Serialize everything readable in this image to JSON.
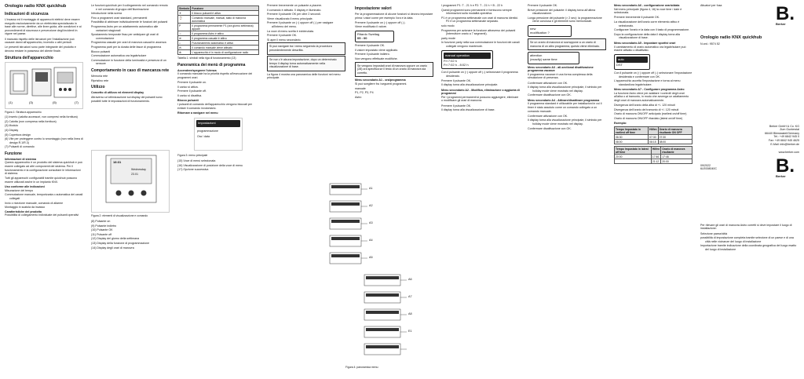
{
  "col1": {
    "title": "Orologio radio KNX quickhub",
    "safety_heading": "Indicazioni di sicurezza",
    "safety_text": "L'incasso ed il montaggio di apparecchi elettrici deve essere eseguito esclusivamente da un elettricista specializzato in base alle norme, direttive, alle linee guida, alle condizioni e ai provvedimenti di sicurezza e prevenzione degli incidenti in vigore nel paese.",
    "safety_text2": "Il mancato rispetto delle istruzioni per l'installazione può causare danni all'apparecchio, incendio o altri pericoli.",
    "safety_text3": "Le presenti istruzioni sono parte integrante del prodotto e devono restare in possesso del cliente finale.",
    "structure_heading": "Struttura dell'apparecchio",
    "fig1_caption": "Figura 1: Struttura apparecchio",
    "fig1_items": [
      "(1) Inserto (calotta accessori, non compresi nella fornitura)",
      "(2) Calotta (non compresa nella fornitura)",
      "(3) Modulo",
      "(4) Display",
      "(5) Copertura design",
      "(6) Vite per proteggere contro lo smontaggio (non nella linea di design R.1/R.3)",
      "(7) Pulsanti di comando"
    ],
    "function_heading": "Funzione",
    "system_info_heading": "Informazioni di sistema",
    "system_info_text": "Questo apparecchio è un prodotto del sistema quickhub e può essere collegato ad altri componenti del sistema. Per il funzionamento e la configurazione consultare le informazioni di sistema.",
    "system_info_text2": "Tutti gli apparecchi configurabili tramite quickhub possono essere utilizzati anche in un impianto KNX.",
    "usage_heading": "Uso conforme alle indicazioni",
    "usage_items": [
      "Misurazione del tempo",
      "Commutazione manuale, temporizzata o automatica dei canali collegati",
      "Invio o ricezione manuale, comando di allarme",
      "Montaggio in scatola da incasso"
    ],
    "features_heading": "Caratteristiche del prodotto",
    "features_items": [
      "Possibilità di collegamento individuale dei pulsanti operativi"
    ]
  },
  "col2": {
    "items": [
      "Le funzioni quickhub per il collegamento nel comando remoto e nel comando di gruppo dell'illuminazione",
      "Introduzione nella scena",
      "Fino a programmi orari standard, permanenti",
      "Possibilità di abbinare individualmente le funzioni dei pulsanti",
      "Programma Astro per un adattamento automatico alle variazioni stagionali",
      "Spostamento temporale fisso per anticipare gli orari di commutazione",
      "Programma casuale per orari di manovra casuali in assenza",
      "Programma parti per la durata delle fasce di programma",
      "Blocco pulsanti",
      "Commutazione automatica ora legale/solare",
      "Commutazione in funzione della luminosità e presenza di un sensore"
    ],
    "behavior_heading": "Comportamento in caso di mancanza rete",
    "behavior_items": [
      "Memoria rete",
      "Ripristino rete"
    ],
    "use_heading": "Utilizzo",
    "use_text": "Concetto di utilizzo ed elementi display",
    "use_text2": "Attraverso un'ottimizzazione sul display dei pulsanti sono possibili tutte le impostazioni di funzionamento.",
    "fig2_caption": "Figura 2: elementi di visualizzazione e comando",
    "fig2_items": [
      "(8) Pulsante on",
      "(9) Pulsante indietro",
      "(10) Pulsante OK",
      "(11) Pulsante off",
      "(12) Display del giorno della settimana",
      "(13) Display della funzione di programmazione",
      "(14) Display degli orari di manovra"
    ],
    "display_time": "18:31",
    "display_day": "Wednesday",
    "display_date": "23.01"
  },
  "col3": {
    "table_headers": [
      "Simbolo",
      "Funzione"
    ],
    "table_rows": [
      [
        "☀",
        "Il blocco pulsanti è attivo"
      ],
      [
        "⌚",
        "Comando manuale, manual, stato di manovra automatica"
      ],
      [
        "P",
        "Il programma permanente P1 (ora giorno settimana) appare"
      ],
      [
        "☼",
        "Il programma Astro è attivo"
      ],
      [
        "≋",
        "Il programma casuale è attivo"
      ],
      [
        "⌂",
        "Funzionamento automatico è attivo"
      ],
      [
        "✉",
        "Il comando manuale viene attivato"
      ],
      [
        "⊕",
        "L'apparecchio è in modo di configurazione radio"
      ]
    ],
    "table_caption": "Tabella 1: simboli nella riga di funzionamento (13)",
    "display_heading": "Panoramica dei menù di programma",
    "menu_heading": "Accendere/spegnere l'utenza",
    "menu_text": "Il comando manuale ha la priorità rispetto all'esecuzione dei programmi orari.",
    "menu_items": [
      "Premere il pulsante on.",
      "Il carico si attiva.",
      "Premere il pulsante off.",
      "Il carico si disattiva."
    ],
    "bloc_heading": "Blocco pulsanti",
    "bloc_text": "I pulsanti di comando dell'apparecchio vengono bloccati per evitare il comando involontario.",
    "return_heading": "Ritornare a navigare nel menu",
    "fig3_caption": "Figura 3: menu principale",
    "fig3_items": [
      "(15) Voce di menù selezionata",
      "(16) Visualizzazione di posizione della voce di menu",
      "(17) Opzione successiva"
    ],
    "menu_screen1": "Impostazioni",
    "menu_screen2": "programmazione",
    "menu_screen3": "Ora / data"
  },
  "col4": {
    "items": [
      "Premere brevemente un pulsante a piacere.",
      "Il comando è attivato. Il display è illuminato.",
      "Premere il pulsante OK per oltre 2 secondi.",
      "Viene visualizzato il menu principale.",
      "Premere il pulsante on (↑) oppure off (↓) per navigare all'interno del menu.",
      "La voce di menu scelta è evidenziata.",
      "Premere il pulsante OK.",
      "Si apre il menu secondario."
    ],
    "note1": "Si può navigare tra i menu seguendo la procedura precedentemente descritta.",
    "note2": "Se non c'è alcuna impostazione, dopo un determinato tempo il display torna automaticamente nella visualizzazione di base.",
    "fig4_text": "La figura 4 mostra una panoramica delle funzioni nel menu principale."
  },
  "col5": {
    "heading": "Impostazione valori",
    "text": "Per la programmazione di alcune funzioni si devono impostare prima i valori come per esempio l'ora e la data.",
    "items": [
      "Premere il pulsante on (↑) oppure off (↓).",
      "Viene modificato il valore.",
      "Premere il pulsante OK.",
      "Il valore impostato viene applicato.",
      "Premere il pulsante indietro.",
      "Non vengono effettuate modifiche."
    ],
    "display_label": "Ritardo Sweitag",
    "display_value": "05 : 00",
    "note": "Se vengono impostati orari di manovra oppure un orario (28) ora specifica se il testo di un orario di manovra sia corretto.",
    "menu_a1_heading": "Menu secondario A1 - ora/programma",
    "menu_a1_text": "Si può scegliere fra i seguenti programmi.",
    "menu_a1_items": [
      "manuale",
      "P1, P2, P3, P4",
      "Astro"
    ],
    "fig4_caption": "Figura 4: panoramica menu",
    "fig_labels": [
      "A1",
      "A2",
      "A3",
      "A4",
      "A5",
      "A6",
      "A7",
      "A8",
      "E1"
    ]
  },
  "col6": {
    "items": [
      "I programmi P1: T - 21 h e P2: T - 21 h + B - 22 h",
      "Questi programmi sono permanenti e forniscono sempre informazioni sulla modalità operativa.",
      "P1 è un programma settimanale con orari di manovra identici. P2 è un programma settimanale separato.",
      "solo modo",
      "Programma per azionare la funzione attraverso dei pulsanti (interruttore orario a 7 segmenti).",
      "party mode",
      "In funzione party nella sua commutazione le funzioni dei canali collegati vengono mantenute."
    ],
    "display_label": "manual operation",
    "display_value1": "Fri 7:02 h",
    "display_value2": "Fri 7:02 h - 8:02 h",
    "bottom_items": [
      "Con il pulsante on (↑) oppure off (↓) selezionare il programma desiderato.",
      "Premere il pulsante OK.",
      "Il display torna alla visualizzazione principale."
    ],
    "menu_a2_heading": "Menu secondario A2 - Modifica, eliminazione o aggiunta di programmi",
    "menu_a2_text": "Per i programmi permanenti si possono aggiungere, eliminare o modificare gli orari di manovra.",
    "menu_a2_items": [
      "Premere il pulsante OK.",
      "Il display torna alla visualizzazione di base."
    ]
  },
  "col7": {
    "items": [
      "Premere il pulsante OK.",
      "Breve pressione del pulsante: il display torna all'ultima visualizzazione.",
      "Lunga pressione del pulsante (> 2 sec): la programmazione viene conclusa e gli elementi sono memorizzati."
    ],
    "display_label": "new",
    "display_value": "modification ?",
    "note": "Se un orario di manovra si sovrappone a un orario di manovra di un altro programma, questo viene eliminato.",
    "display2_label": "attention",
    "display2_value": "(exactly) same time",
    "menu_a3_heading": "Menu secondario A3 - all-sectional disattivazione programma vacanze",
    "menu_a3_text": "Il programma vacanze è una forma complessa della simulazione di presenza.",
    "menu_a3_items": [
      "Confermare attivazione con OK.",
      "Il display torna alla visualizzazione principale, il simbolo per holiday mode viene mostrato nel display.",
      "Confermare disattivazione con OK."
    ],
    "menu_a4_heading": "Menu secondario A4 - Attivare/disattivare programma",
    "menu_a4_text": "Il programma standard è utilizzabile per installazioni in cui il timer è stato assoluto come un comando collegato a un comando manuale.",
    "menu_a4_items": [
      "Confermare attivazione con OK.",
      "Il display torna alla visualizzazione principale, il simbolo per holiday mode viene mostrato nel display.",
      "Confermare disattivazione con OK."
    ]
  },
  "col8": {
    "heading": "Menu secondario A6 - configurazione orario/data",
    "text": "Nel menu principale (figura 4, 16) la voce time / date è selezionata.",
    "items": [
      "Premere brevemente il pulsante OK.",
      "La visualizzazione dell'orario corre elemento attivo è selezionato.",
      "Configurare l'orario e la data con il tasto di programmazione.",
      "Dopo la configurazione della data il display torna alla visualizzazione di base."
    ],
    "menu_a5_heading": "Menu secondario A5 - Impostare sportivi orari",
    "menu_a5_text": "Il cambiamento di orario automatico ora legale/solare può essere attivato o disattivato.",
    "display_label": "auto",
    "display_value": "DST",
    "display_items": [
      "Con il pulsante on (↑) oppure off (↓) selezionare l'impostazione desiderata e confermare con OK.",
      "L'apparecchio accetta l'impostazione e torna al menu standard/ora legale/solare."
    ],
    "menu_a7_heading": "Menu secondario A7 - Configurare programma Astro",
    "menu_a7_text": "La funzione Astro viene per adattare i controlli degli orari all'alba o al tramonto, in modo che avvenga un adattamento degli orari di manovra automaticamente.",
    "list_items": [
      "Divergenza dell'orario della alba di +/- 120 minuti",
      "Divergenza dell'orario del tramonto di +/- 120 minuti",
      "Orario di manovra ON/OFF anticipato (earliest on/off time)",
      "Orario di manovra ON/OFF ritardato (latest on/off time)"
    ],
    "example_heading": "Esempio:",
    "table1_headers": [
      "Tempo Impostato in earliest off time",
      "Hilfen",
      "Orario di manovra risultante ON OFF"
    ],
    "table1_rows": [
      [
        "06:30",
        "07:30",
        "07:30"
      ],
      [
        "08:00",
        "08:15",
        "08:00"
      ]
    ],
    "table2_headers": [
      "Tempo Impostato in latest off time",
      "Hilfen",
      "Orario di manovra risultante"
    ],
    "table2_rows": [
      [
        "20:00",
        "17:46",
        "17:46"
      ],
      [
        "",
        "21:12",
        "20:00"
      ]
    ]
  },
  "col9": {
    "attribution": "Attuatori per fusa",
    "brand": "Berker",
    "product_title": "Orologio radio KNX quickhub",
    "product_code": "N.ord.: 9574 52",
    "address": [
      "Berker GmbH & Co. KG",
      "Zum Gunterstal",
      "66440 Blieskastel/Germany",
      "Tel.: +49 6842 945 0",
      "Fax: +49 6842 945 4625",
      "E-Mail: info@berker.de"
    ],
    "website": "www.berker.com",
    "code1": "09/2022",
    "code2": "6LE008040C",
    "note": "Per rilevare gli orari di manovra Astro corretti si deve impostare il luogo di installazione:",
    "note_items": [
      "Selezione paese/città",
      "possibilità di impostazione completa tramite selezione di un paese e di una città nelle vicinanze del luogo di installazione",
      "Importazione tramite indicazione della coordinata geografica del luogo esatto del luogo di installazione"
    ]
  }
}
